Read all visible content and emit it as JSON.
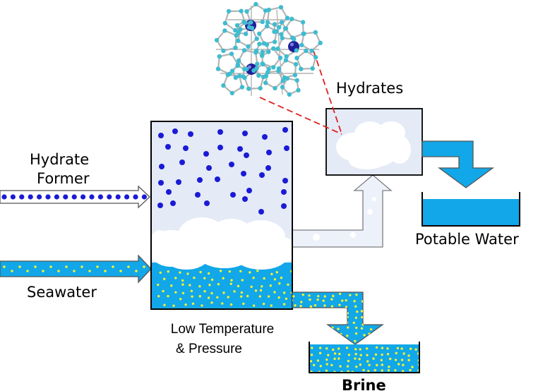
{
  "labels": {
    "hydrate_former": [
      "Hydrate",
      "Former"
    ],
    "seawater": "Seawater",
    "hydrates": "Hydrates",
    "potable_water": "Potable Water",
    "reactor_condition": [
      "Low Temperature",
      "& Pressure"
    ],
    "brine": "Brine"
  },
  "colors": {
    "water": "#12a7e8",
    "former_molecule": "#1a1ad6",
    "salt_dot": "#f2f233",
    "vessel_gas": "#e4eaf6",
    "hydrate_cloud": "#ffffff",
    "lattice_bond": "#b4b4b4",
    "lattice_node": "#3fbccf",
    "guest_molecule": "#1f1f9a",
    "leader_line": "#e02020"
  },
  "icons": {
    "hydrate_cage": "clathrate-cage-icon",
    "hydrate_former_stream": "arrow-right-icon",
    "seawater_stream": "arrow-right-icon",
    "brine_outlet": "arrow-down-icon",
    "water_outlet": "arrow-down-icon",
    "hydrate_transfer": "arrow-up-icon"
  }
}
